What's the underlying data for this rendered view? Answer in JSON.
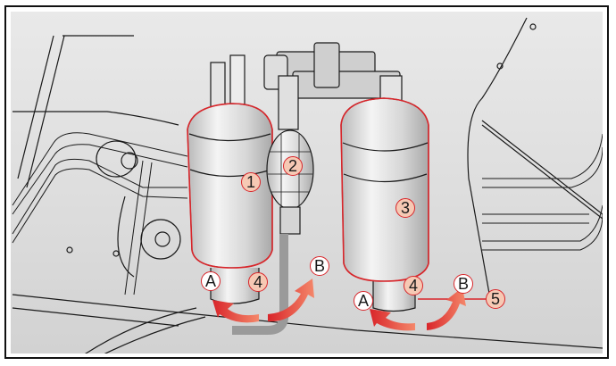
{
  "figure": {
    "subject": "fuel-filter-assembly",
    "accent_color": "#d9252a",
    "number_fill": "#f6c9b4",
    "arrow_color": "#e8392e"
  },
  "callouts": {
    "c1": "1",
    "c2": "2",
    "c3": "3",
    "c4_left": "4",
    "c4_right": "4",
    "c5": "5",
    "a_left": "A",
    "b_left": "B",
    "a_right": "A",
    "b_right": "B"
  }
}
